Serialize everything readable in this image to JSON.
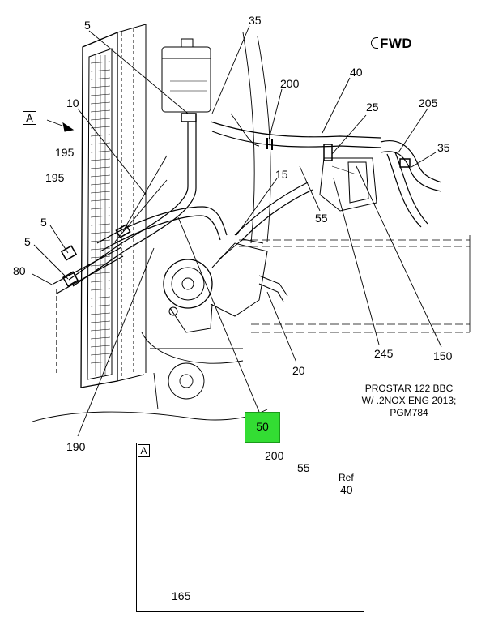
{
  "fwd_label": "FWD",
  "view_marker": "A",
  "caption_lines": [
    "PROSTAR 122 BBC",
    "W/ .2NOX ENG 2013;",
    "PGM784"
  ],
  "highlighted_callout": "50",
  "callouts": {
    "c5_top": "5",
    "c35_top": "35",
    "c200_top": "200",
    "c40": "40",
    "c10": "10",
    "c25": "25",
    "c205": "205",
    "c35_right": "35",
    "c195_a": "195",
    "c195_b": "195",
    "c15": "15",
    "c55_main": "55",
    "c5_mid": "5",
    "c5_low": "5",
    "c80": "80",
    "c245": "245",
    "c150": "150",
    "c20": "20",
    "c190": "190"
  },
  "detail": {
    "marker": "A",
    "c200": "200",
    "c55": "55",
    "ref_label": "Ref",
    "c40": "40",
    "c165": "165"
  },
  "colors": {
    "highlight": "#33dd33",
    "line": "#000000"
  }
}
